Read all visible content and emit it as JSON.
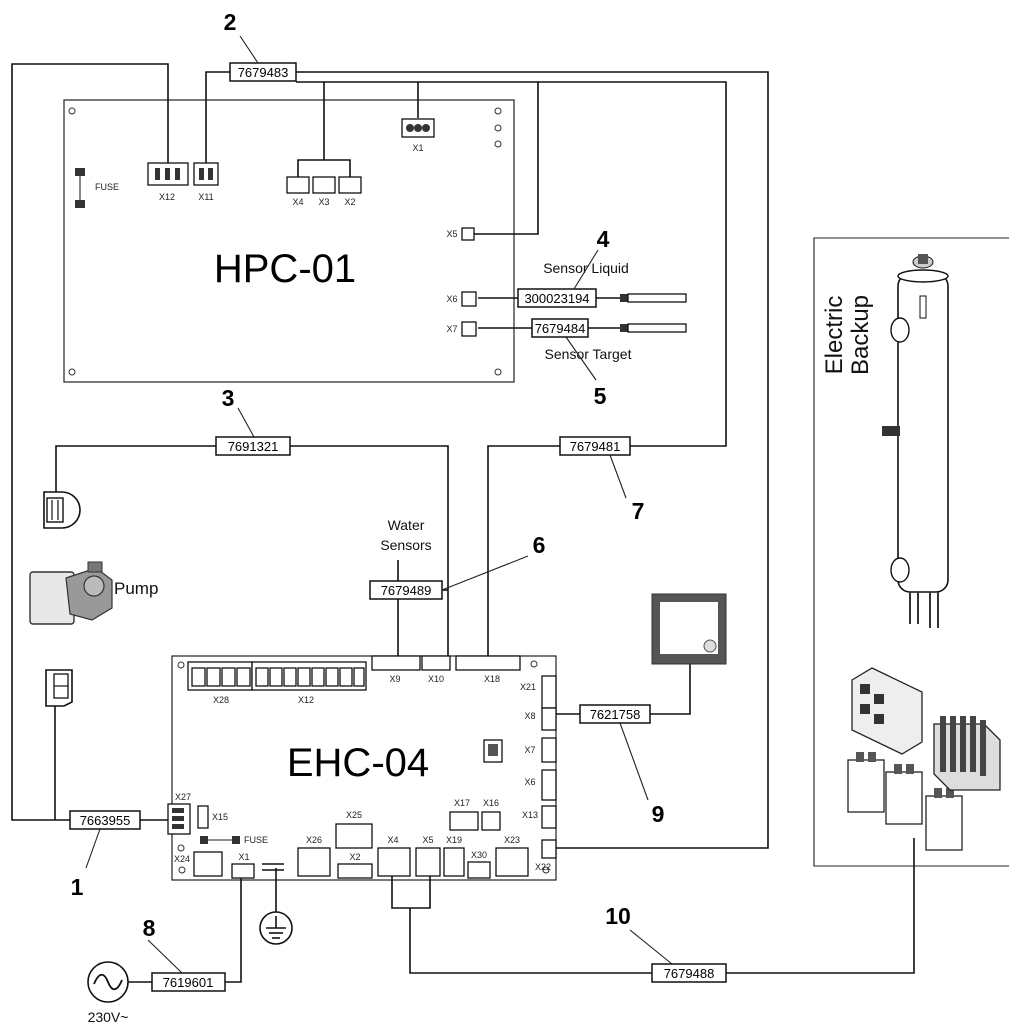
{
  "boards": {
    "hpc": {
      "title": "HPC-01",
      "fuse": "FUSE"
    },
    "ehc": {
      "title": "EHC-04",
      "fuse": "FUSE"
    }
  },
  "hpc_connectors": [
    "X12",
    "X11",
    "X1",
    "X4",
    "X3",
    "X2",
    "X5",
    "X6",
    "X7"
  ],
  "ehc_connectors": [
    "X28",
    "X12",
    "X9",
    "X10",
    "X18",
    "X21",
    "X8",
    "X7",
    "X6",
    "X13",
    "X22",
    "X27",
    "X15",
    "X24",
    "X1",
    "X26",
    "X25",
    "X2",
    "X4",
    "X5",
    "X19",
    "X30",
    "X23",
    "X17",
    "X16"
  ],
  "cables": [
    {
      "callout": "1",
      "part": "7663955"
    },
    {
      "callout": "2",
      "part": "7679483"
    },
    {
      "callout": "3",
      "part": "7691321"
    },
    {
      "callout": "4",
      "part": "300023194"
    },
    {
      "callout": "5",
      "part": "7679484"
    },
    {
      "callout": "6",
      "part": "7679489"
    },
    {
      "callout": "7",
      "part": "7679481"
    },
    {
      "callout": "8",
      "part": "7619601"
    },
    {
      "callout": "9",
      "part": "7621758"
    },
    {
      "callout": "10",
      "part": "7679488"
    }
  ],
  "labels": {
    "sensor_liquid": "Sensor Liquid",
    "sensor_target": "Sensor Target",
    "water_sensors_1": "Water",
    "water_sensors_2": "Sensors",
    "pump": "Pump",
    "electric": "Electric",
    "backup": "Backup",
    "supply": "230V~"
  },
  "icons": [
    "pump-icon",
    "motor-icon",
    "plug-icon",
    "ground-icon",
    "ac-source-icon",
    "display-panel-icon",
    "heater-tank-icon",
    "contactor-icon",
    "terminal-block-icon",
    "sensor-probe-icon"
  ]
}
